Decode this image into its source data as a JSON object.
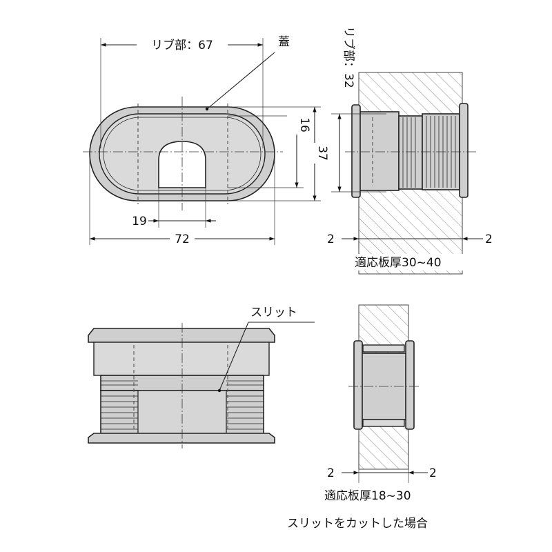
{
  "labels": {
    "rib67": "リブ部：67",
    "lid": "蓋",
    "rib32": "リブ部：32",
    "dim16": "16",
    "dim37": "37",
    "dim19": "19",
    "dim72": "72",
    "dim2_left_top": "2",
    "dim2_right_top": "2",
    "thickness_30_40": "適応板厚30~40",
    "slit": "スリット",
    "dim2_left_bottom": "2",
    "dim2_right_bottom": "2",
    "thickness_18_30": "適応板厚18~30",
    "slit_cut_caption": "スリットをカットした場合"
  }
}
